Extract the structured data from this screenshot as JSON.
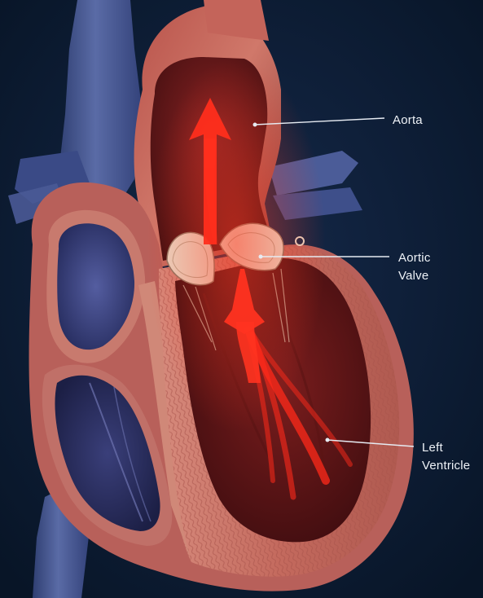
{
  "labels": {
    "aorta": "Aorta",
    "aortic_valve": [
      "Aortic",
      "Valve"
    ],
    "left_ventricle": [
      "Left",
      "Ventricle"
    ]
  },
  "colors": {
    "background": "#0b1a2e",
    "label_text": "#eef2f7",
    "leader_line": "#e6ebf2",
    "blood_flow": "#ff2a1a",
    "vein_blue": "#4a5a96",
    "myocardium": "#c87064",
    "chamber_dark": "#4a1414"
  }
}
